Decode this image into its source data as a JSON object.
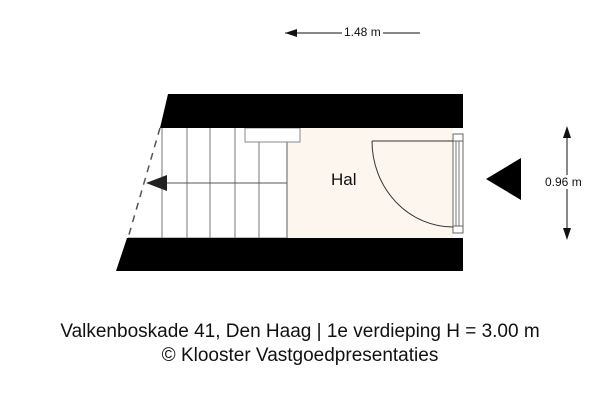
{
  "floorplan": {
    "rooms": [
      {
        "name": "Hal",
        "fill": "#fdf6ef"
      }
    ],
    "dimensions": {
      "width": "1.48 m",
      "depth": "0.96 m"
    },
    "colors": {
      "wall": "#000000",
      "floor": "#fdf6ef",
      "stair_lines": "#777777"
    }
  },
  "caption": {
    "line1": "Valkenboskade 41, Den Haag | 1e verdieping  H = 3.00 m",
    "line2": "© Klooster Vastgoedpresentaties"
  }
}
